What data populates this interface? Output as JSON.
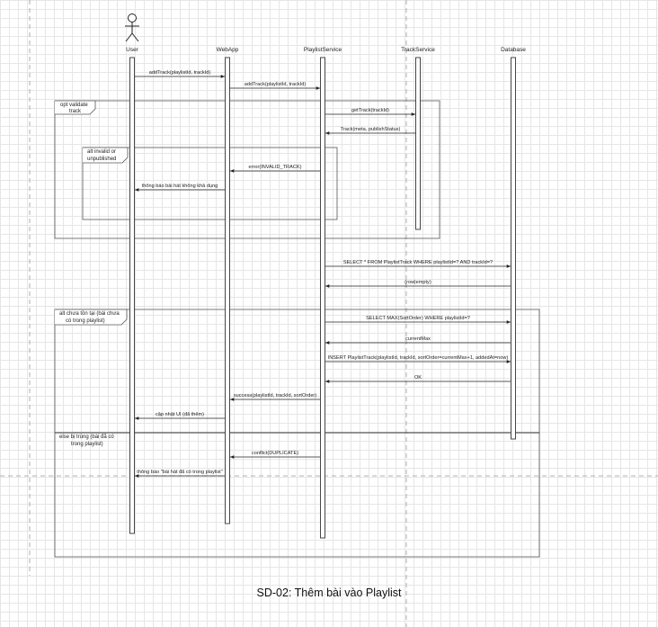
{
  "caption": "SD-02: Thêm bài vào Playlist",
  "lifelines": [
    {
      "id": "user",
      "label": "User",
      "actor": true
    },
    {
      "id": "webapp",
      "label": "WebApp"
    },
    {
      "id": "playlist",
      "label": "PlaylistService"
    },
    {
      "id": "track",
      "label": "TrackService"
    },
    {
      "id": "db",
      "label": "Database"
    }
  ],
  "frames": [
    {
      "id": "opt",
      "label": [
        "opt validate",
        "track"
      ]
    },
    {
      "id": "alt1",
      "label": [
        "alt invalid or",
        "unpublished"
      ]
    },
    {
      "id": "alt2",
      "label": [
        "alt chưa tồn tại (bài chưa",
        "có trong playlist)"
      ]
    },
    {
      "id": "else",
      "label": [
        "else bị trùng (bài đã có",
        "trong playlist)"
      ]
    }
  ],
  "messages": [
    {
      "from": "user",
      "to": "webapp",
      "label": "addTrack(playlistId, trackId)",
      "style": "sync"
    },
    {
      "from": "webapp",
      "to": "playlist",
      "label": "addTrack(playlistId, trackId)",
      "style": "sync"
    },
    {
      "from": "playlist",
      "to": "track",
      "label": "getTrack(trackId)",
      "style": "sync"
    },
    {
      "from": "track",
      "to": "playlist",
      "label": "Track(meta, publishStatus)",
      "style": "return"
    },
    {
      "from": "playlist",
      "to": "webapp",
      "label": "error(INVALID_TRACK)",
      "style": "return"
    },
    {
      "from": "webapp",
      "to": "user",
      "label": "thông báo bài hát không khả dụng",
      "style": "return"
    },
    {
      "from": "playlist",
      "to": "db",
      "label": "SELECT * FROM PlaylistTrack WHERE playlistId=? AND trackId=?",
      "style": "sync"
    },
    {
      "from": "db",
      "to": "playlist",
      "label": "(row|empty)",
      "style": "return"
    },
    {
      "from": "playlist",
      "to": "db",
      "label": "SELECT MAX(SortOrder) WHERE playlistId=?",
      "style": "sync"
    },
    {
      "from": "db",
      "to": "playlist",
      "label": "currentMax",
      "style": "return"
    },
    {
      "from": "playlist",
      "to": "db",
      "label": "INSERT PlaylistTrack(playlistId, trackId, sortOrder=currentMax+1, addedAt=now)",
      "style": "sync"
    },
    {
      "from": "db",
      "to": "playlist",
      "label": "OK",
      "style": "return"
    },
    {
      "from": "playlist",
      "to": "webapp",
      "label": "success(playlistId, trackId, sortOrder)",
      "style": "return"
    },
    {
      "from": "webapp",
      "to": "user",
      "label": "cập nhật UI (đã thêm)",
      "style": "return"
    },
    {
      "from": "playlist",
      "to": "webapp",
      "label": "conflict(DUPLICATE)",
      "style": "return"
    },
    {
      "from": "webapp",
      "to": "user",
      "label": "thông báo \"bài hát đã có trong playlist\"",
      "style": "return"
    }
  ]
}
